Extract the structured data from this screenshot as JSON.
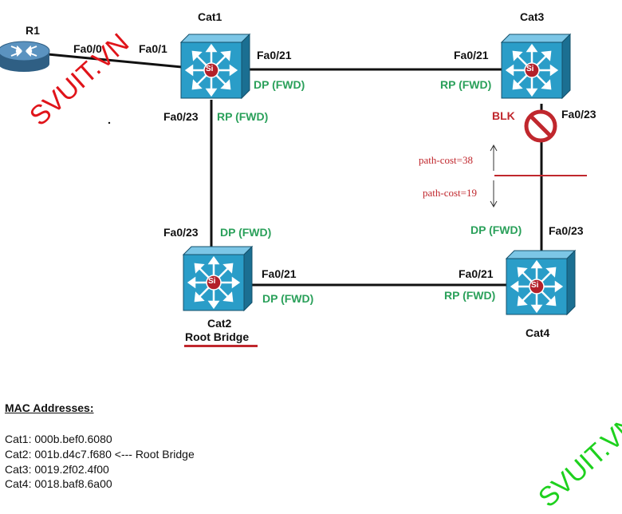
{
  "devices": {
    "r1": {
      "name": "R1"
    },
    "cat1": {
      "name": "Cat1"
    },
    "cat2": {
      "name": "Cat2",
      "subtitle": "Root Bridge"
    },
    "cat3": {
      "name": "Cat3"
    },
    "cat4": {
      "name": "Cat4"
    },
    "switch_glyph": "Si"
  },
  "ports": {
    "r1_fa00": "Fa0/0",
    "cat1_fa01": "Fa0/1",
    "cat1_fa021": "Fa0/21",
    "cat1_fa023": "Fa0/23",
    "cat3_fa021": "Fa0/21",
    "cat3_fa023": "Fa0/23",
    "cat2_fa023": "Fa0/23",
    "cat2_fa021": "Fa0/21",
    "cat4_fa021": "Fa0/21",
    "cat4_fa023": "Fa0/23"
  },
  "roles": {
    "cat1_fa021": "DP (FWD)",
    "cat1_fa023": "RP (FWD)",
    "cat3_fa021": "RP (FWD)",
    "cat3_fa023": "BLK",
    "cat2_fa023": "DP (FWD)",
    "cat2_fa021": "DP (FWD)",
    "cat4_fa021": "RP (FWD)",
    "cat4_fa023": "DP (FWD)"
  },
  "path_cost": {
    "upper": "path-cost=38",
    "lower": "path-cost=19"
  },
  "mac": {
    "title": "MAC Addresses:",
    "lines": [
      "Cat1: 000b.bef0.6080",
      "Cat2: 001b.d4c7.f680 <--- Root Bridge",
      "Cat3: 0019.2f02.4f00",
      "Cat4: 0018.baf8.6a00"
    ]
  },
  "watermark": {
    "text": "SVUIT.VN"
  },
  "colors": {
    "switch_face": "#2a9dc8",
    "switch_dark": "#1b6f92",
    "router_face": "#4d88b4",
    "role_green": "#2aa05a",
    "alert_red": "#c0272d",
    "watermark_green": "#1ed11e"
  }
}
